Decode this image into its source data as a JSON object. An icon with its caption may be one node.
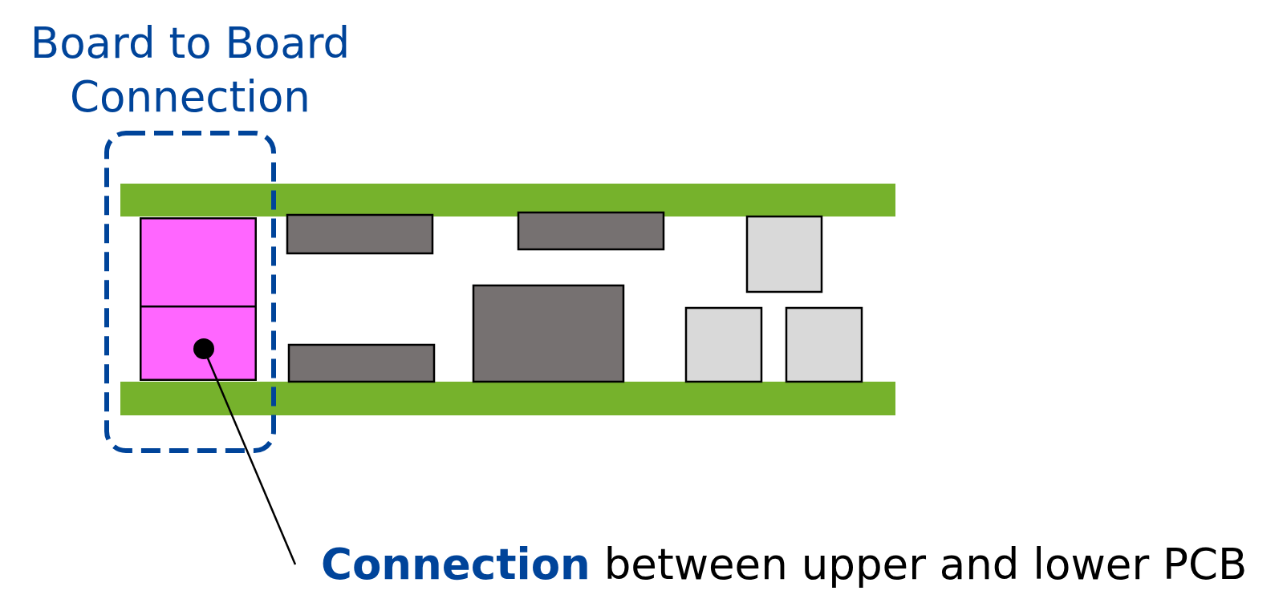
{
  "diagram": {
    "nodes": [
      {
        "text": [
          "Board to Board Connection"
        ]
      },
      {
        "text": [],
        "shape": "box",
        "in": 0
      },
      {
        "text": [
          "**Connection** between upper and lower PCB"
        ]
      }
    ],
    "edges": [
      {
        "from": 2,
        "to": 1,
        "arrow": "other"
      }
    ]
  }
}
